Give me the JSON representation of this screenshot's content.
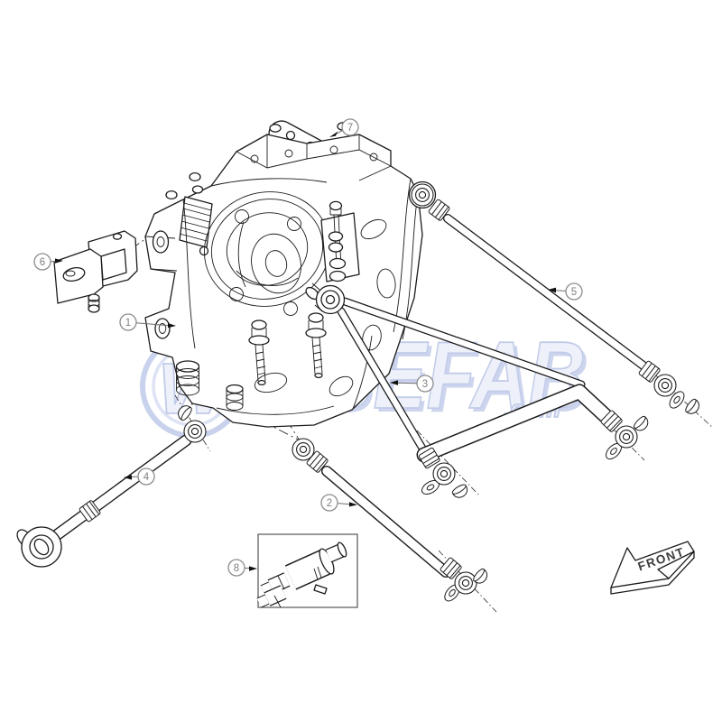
{
  "diagram": {
    "type": "exploded-parts-diagram",
    "background_color": "#ffffff",
    "line_color": "#1c1c1c",
    "callout_color": "#8c8c8c",
    "watermark": {
      "logo_letter": "W",
      "brand_text": "WISEFAB",
      "domain_suffix": ".com",
      "color": "#ccd5ee"
    },
    "direction_arrow": {
      "label": "FRONT"
    },
    "callouts": [
      {
        "number": "1"
      },
      {
        "number": "2"
      },
      {
        "number": "3"
      },
      {
        "number": "4"
      },
      {
        "number": "5"
      },
      {
        "number": "6"
      },
      {
        "number": "7"
      },
      {
        "number": "8"
      }
    ]
  }
}
